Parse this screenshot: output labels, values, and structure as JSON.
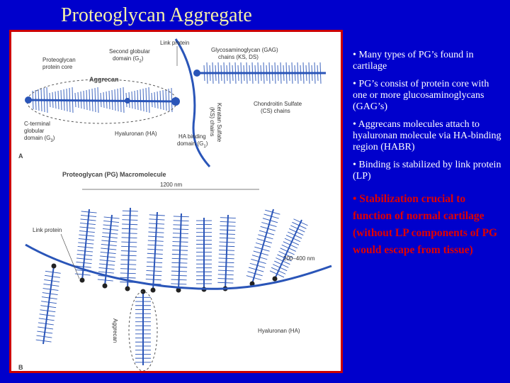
{
  "title": "Proteoglycan Aggregate",
  "figure": {
    "panel_a": {
      "letter": "A",
      "aggrecan": "Aggrecan",
      "link_protein": "Link protein",
      "second_globular_l1": "Second globular",
      "second_globular_l2": "domain (G",
      "second_globular_sub": "2",
      "second_globular_end": ")",
      "pg_core_l1": "Proteoglycan",
      "pg_core_l2": "protein core",
      "gag_l1": "Glycosaminoglycan (GAG)",
      "gag_l2": "chains (KS, DS)",
      "cs_l1": "Chondroitin Sulfate",
      "cs_l2": "(CS) chains",
      "ks_l1": "Keratan Sulfate",
      "ks_l2": "(KS) chains",
      "cterm_l1": "C-terminal",
      "cterm_l2": "globular",
      "cterm_l3": "domain (G",
      "cterm_sub": "3",
      "cterm_end": ")",
      "hyaluronan": "Hyaluronan (HA)",
      "ha_binding_l1": "HA binding",
      "ha_binding_l2": "domain (G",
      "ha_binding_sub": "1",
      "ha_binding_end": ")"
    },
    "panel_b": {
      "letter": "B",
      "pg_macromolecule": "Proteoglycan (PG) Macromolecule",
      "length_1200": "1200 nm",
      "link_protein": "Link protein",
      "length_200_400": "200–400 nm",
      "aggrecan": "Aggrecan",
      "hyaluronan": "Hyaluronan (HA)"
    }
  },
  "bullets": [
    {
      "text": "• Many types of PG’s found in cartilage",
      "emphasis": false
    },
    {
      "text": "• PG’s consist of protein core with one or more glucosaminoglycans (GAG’s)",
      "emphasis": false
    },
    {
      "text": "• Aggrecans molecules attach to hyaluronan molecule via HA-binding region (HABR)",
      "emphasis": false
    },
    {
      "text": "• Binding is stabilized by link protein (LP)",
      "emphasis": false
    },
    {
      "text": "• Stabilization crucial to function of normal cartilage (without LP components of PG would escape from tissue)",
      "emphasis": true
    }
  ],
  "colors": {
    "background": "#0000cc",
    "title": "#f5f0a8",
    "frame": "#cc0000",
    "emphasis": "#e00000",
    "diagram": "#2a55b8"
  }
}
